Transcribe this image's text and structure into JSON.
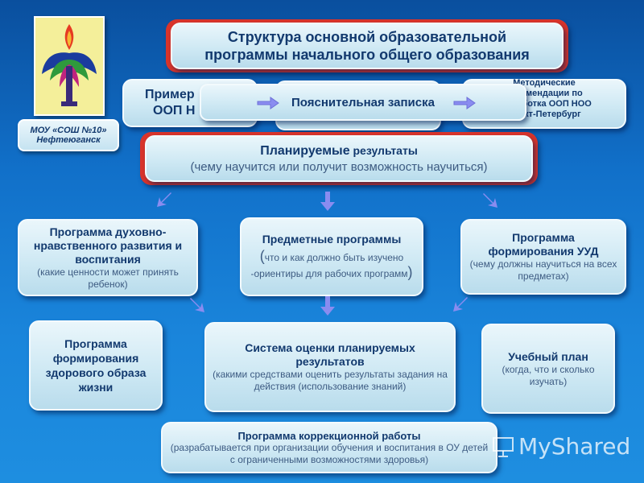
{
  "logo": {
    "caption_line1": "МОУ «СОШ №10»",
    "caption_line2": "Нефтеюганск"
  },
  "title": {
    "line1": "Структура основной образовательной",
    "line2": "программы начального общего образования"
  },
  "row2": {
    "left": {
      "line1": "Пример",
      "line2": "ООП Н"
    },
    "right": {
      "line1": "Методические",
      "line2": "рекомендации по",
      "line3": "разработка ООП НОО",
      "line4": "Санкт-Петербург"
    },
    "overlay": "Пояснительная записка"
  },
  "planned": {
    "title_a": "Планируемые",
    "title_b": " результаты",
    "subtitle": "(чему научится или получит возможность научиться)"
  },
  "spiritual": {
    "title": "Программа духовно-нравственного развития и воспитания",
    "subtitle": "(какие ценности может принять ребенок)"
  },
  "subject": {
    "title": "Предметные программы",
    "subtitle_a": "(",
    "subtitle_b": "что и как должно быть изучено -ориентиры для рабочих программ",
    "subtitle_c": ")"
  },
  "uud": {
    "title": "Программа формирования УУД",
    "subtitle": "(чему должны научиться на всех предметах)"
  },
  "healthy": {
    "title": "Программа формирования здорового образа жизни"
  },
  "assessment": {
    "title": "Система оценки планируемых результатов",
    "subtitle": "(какими средствами оценить результаты задания на действия (использование знаний)"
  },
  "curriculum": {
    "title": "Учебный план",
    "subtitle": "(когда, что и сколько изучать)"
  },
  "correction": {
    "title": "Программа коррекционной работы",
    "subtitle": "(разрабатывается при организации обучения и воспитания в ОУ детей с ограниченными возможностями здоровья)"
  },
  "watermark": "MyShared",
  "colors": {
    "accent_red": "#d8342b",
    "box_text": "#12396e",
    "arrow": "#8a8cf0"
  }
}
